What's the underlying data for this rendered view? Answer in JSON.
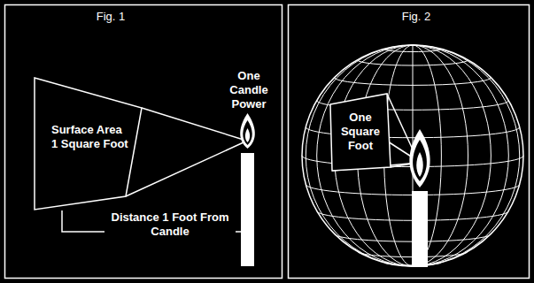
{
  "diagram": {
    "nodes": [
      {
        "text": [
          "Surface Area 1 Square Foot"
        ]
      },
      {
        "text": [
          "One Square Foot"
        ]
      }
    ],
    "labels": [
      "Fig. 1",
      "One Candle Power",
      "Distance 1 Foot From Candle",
      "Fig. 2"
    ]
  }
}
